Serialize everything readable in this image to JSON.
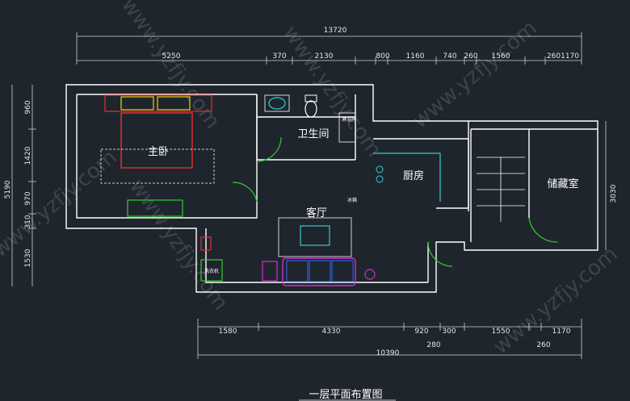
{
  "title": "一层平面布置图",
  "watermark": "www.yzfjy.com",
  "rooms": {
    "master_bedroom": "主卧",
    "bathroom": "卫生间",
    "living_room": "客厅",
    "kitchen": "厨房",
    "storage_room": "储藏室",
    "shower": "淋浴房",
    "fridge": "冰箱",
    "laundry": "洗衣机"
  },
  "dimensions": {
    "top_total": "13720",
    "top": [
      "5250",
      "370",
      "2130",
      "800",
      "1160",
      "740",
      "260",
      "1560",
      "2601170"
    ],
    "left_total": "5190",
    "left": [
      "960",
      "1420",
      "970",
      "310",
      "1530"
    ],
    "right_total": "3030",
    "bottom": [
      "1580",
      "4330",
      "920",
      "300",
      "1550",
      "1170",
      "280",
      "260"
    ],
    "bottom_total": "10390"
  },
  "colors": {
    "background": "#1f252d",
    "wall": "#ffffff",
    "bed": "#e63030",
    "door": "#33cc33",
    "fixture": "#33cccc",
    "sofa": "#cc33cc"
  }
}
